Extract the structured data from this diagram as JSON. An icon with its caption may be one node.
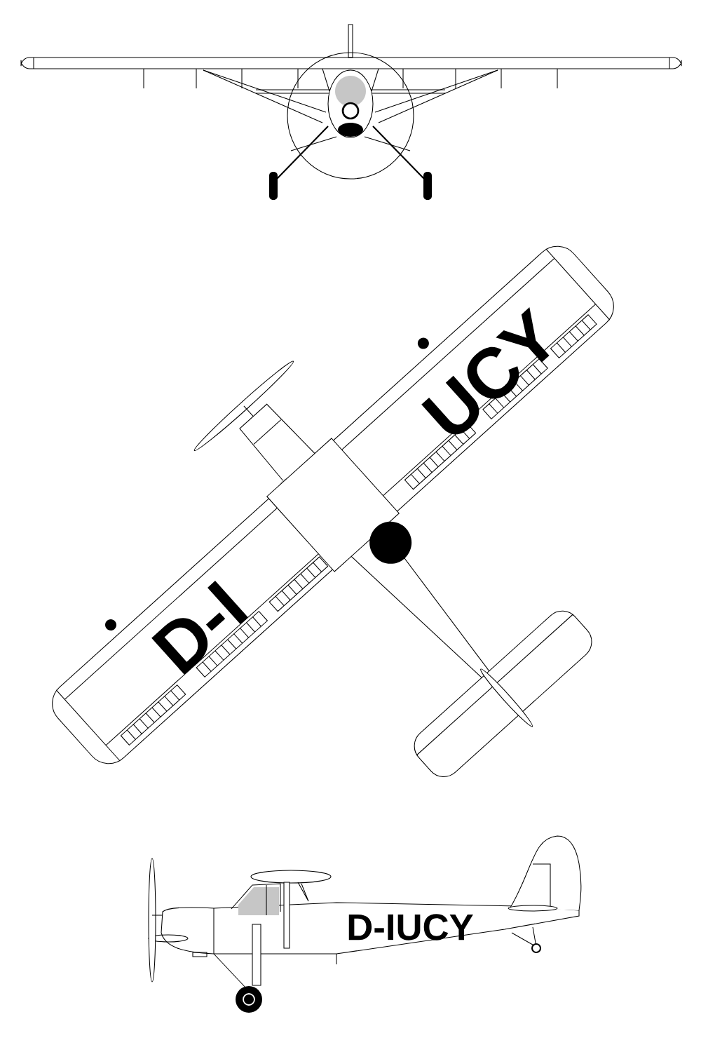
{
  "diagram": {
    "labels": [
      "UCY",
      "D-I",
      "D-IUCY"
    ]
  }
}
